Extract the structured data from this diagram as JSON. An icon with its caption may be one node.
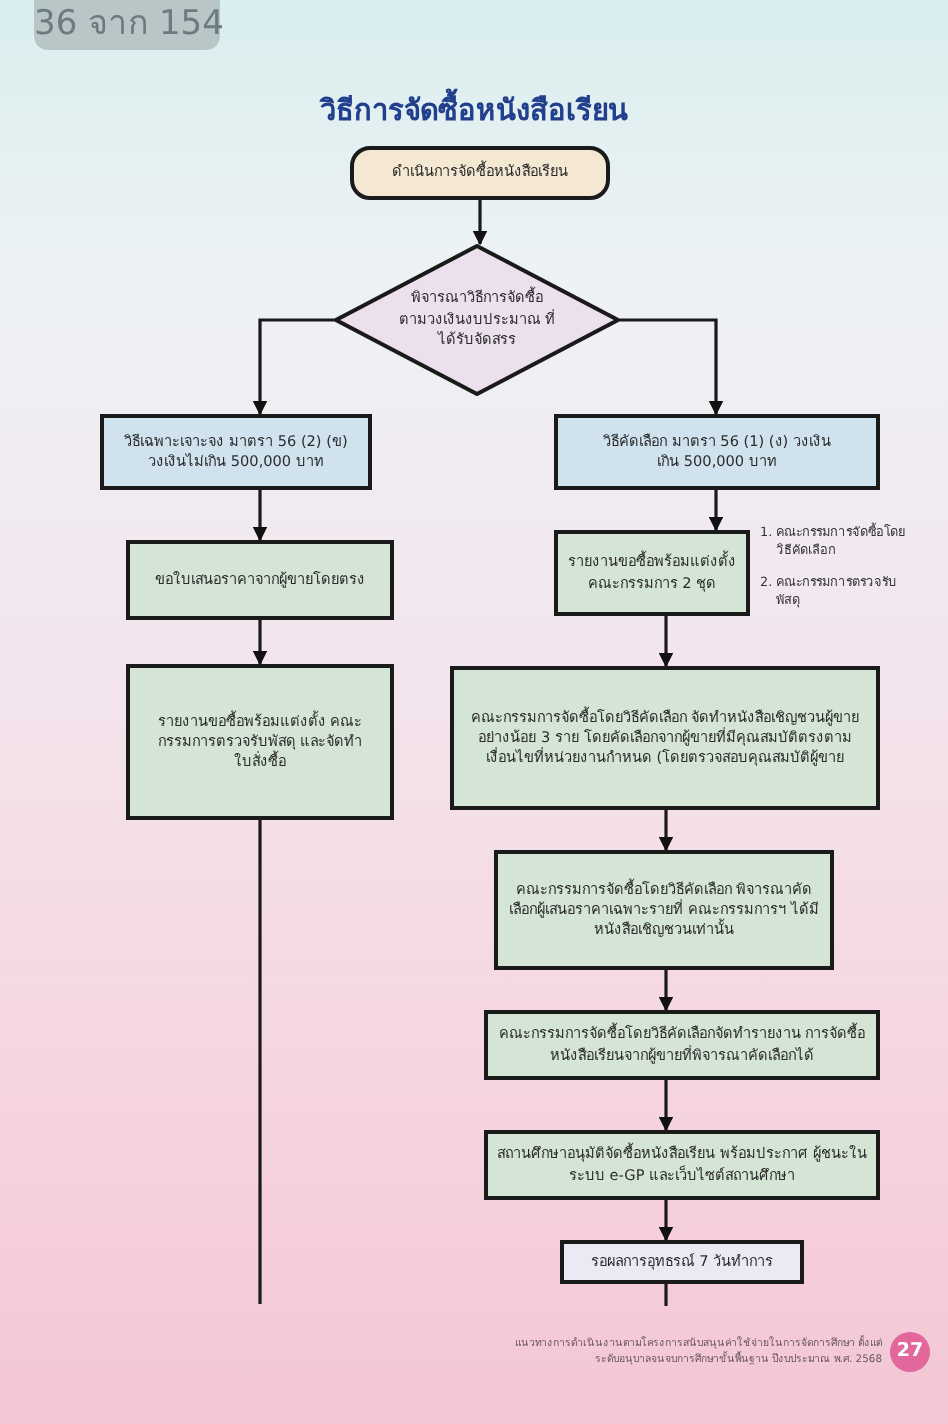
{
  "diagram": {
    "title": "วิธีการจัดซื้อหนังสือเรียน",
    "nodes": [
      {
        "text": [
          "ดำเนินการจัดซื้อหนังสือเรียน"
        ]
      },
      {
        "text": [
          "พิจารณาวิธีการจัดซื้อ ตามวงเงินงบประมาณ ที่ได้รับจัดสรร"
        ]
      },
      {
        "text": [
          "วิธีเฉพาะเจาะจง มาตรา 56 (2) (ข) วงเงินไม่เกิน 500,000 บาท"
        ]
      },
      {
        "text": [
          "วิธีคัดเลือก มาตรา 56 (1) (ง) วงเงินเกิน 500,000 บาท"
        ]
      },
      {
        "text": [
          "ขอใบเสนอราคาจากผู้ขายโดยตรง"
        ]
      },
      {
        "text": [
          "รายงานขอซื้อพร้อมแต่งตั้ง คณะกรรมการ 2 ชุด"
        ],
        "beside": [
          "1. คณะกรรมการจัดซื้อโดยวิธีคัดเลือก",
          "2. คณะกรรมการตรวจรับพัสดุ"
        ]
      },
      {
        "text": [
          "รายงานขอซื้อพร้อมแต่งตั้ง คณะกรรมการตรวจรับพัสดุ และจัดทำใบสั่งซื้อ"
        ]
      },
      {
        "text": [
          "คณะกรรมการจัดซื้อโดยวิธีคัดเลือก จัดทำหนังสือเชิญชวนผู้ขายอย่างน้อย 3 ราย โดยคัดเลือกจากผู้ขายที่มีคุณสมบัติตรงตาม เงื่อนไขที่หน่วยงานกำหนด (โดยตรวจสอบคุณสมบัติผู้ขาย"
        ]
      },
      {
        "text": [
          "คณะกรรมการจัดซื้อโดยวิธีคัดเลือก พิจารณาคัดเลือกผู้เสนอราคาเฉพาะรายที่ คณะกรรมการฯ ได้มีหนังสือเชิญชวนเท่านั้น"
        ]
      },
      {
        "text": [
          "คณะกรรมการจัดซื้อโดยวิธีคัดเลือกจัดทำรายงาน การจัดซื้อหนังสือเรียนจากผู้ขายที่พิจารณาคัดเลือกได้"
        ]
      },
      {
        "text": [
          "สถานศึกษาอนุมัติจัดซื้อหนังสือเรียน พร้อมประกาศ ผู้ชนะในระบบ e-GP และเว็บไซต์สถานศึกษา"
        ]
      },
      {
        "text": [
          "รอผลการอุทธรณ์ 7 วันทำการ"
        ]
      },
      {
        "text": [
          "27"
        ]
      }
    ],
    "edges": [
      {
        "from": 0,
        "to": 1,
        "arrow": "to"
      },
      {
        "from": 1,
        "to": 2,
        "arrow": "to"
      },
      {
        "from": 1,
        "to": 3,
        "arrow": "to"
      },
      {
        "from": 2,
        "to": 4,
        "arrow": "to"
      },
      {
        "from": 3,
        "to": 5,
        "arrow": "to"
      },
      {
        "from": 4,
        "to": 6,
        "arrow": "to"
      },
      {
        "from": 5,
        "to": 7,
        "arrow": "to"
      },
      {
        "from": 7,
        "to": 8,
        "arrow": "to"
      },
      {
        "from": 8,
        "to": 9,
        "arrow": "to"
      },
      {
        "from": 9,
        "to": 10,
        "arrow": "to"
      },
      {
        "from": 10,
        "to": 11,
        "arrow": "to"
      },
      {
        "from": 6,
        "to": null,
        "arrow": "none"
      },
      {
        "from": 11,
        "to": null,
        "arrow": "none"
      }
    ],
    "labels": [
      "36 จาก 154",
      "แนวทางการดำเนินงานตามโครงการสนับสนุนค่าใช้จ่ายในการจัดการศึกษา ตั้งแต่ระดับอนุบาลจนจบการศึกษาขั้นพื้นฐาน ปีงบประมาณ พ.ศ. 2568"
    ]
  }
}
